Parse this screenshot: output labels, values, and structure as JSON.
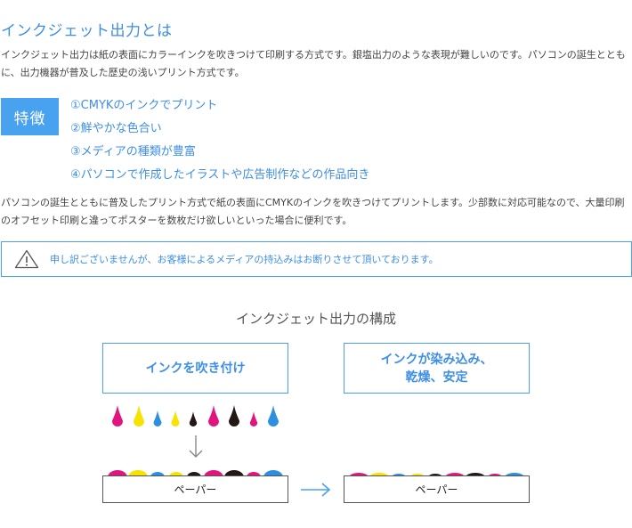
{
  "heading": "インクジェット出力とは",
  "intro": "インクジェット出力は紙の表面にカラーインクを吹きつけて印刷する方式です。銀塩出力のような表現が難しいのです。パソコンの誕生とともに、出力機器が普及した歴史の浅いプリント方式です。",
  "feature": {
    "badge": "特徴",
    "items": [
      "①CMYKのインクでプリント",
      "②鮮やかな色合い",
      "③メディアの種類が豊富",
      "④パソコンで作成したイラストや広告制作などの作品向き"
    ]
  },
  "description": "パソコンの誕生とともに普及したプリント方式で紙の表面にCMYKのインクを吹きつけてプリントします。少部数に対応可能なので、大量印刷のオフセット印刷と違ってポスターを数枚だけ欲しいといった場合に便利です。",
  "notice": {
    "icon": "warning-icon",
    "text": "申し訳ございませんが、お客様によるメディアの持込みはお断りさせて頂いております。"
  },
  "diagram": {
    "title": "インクジェット出力の構成",
    "step1": "インクを吹き付け",
    "step2_line1": "インクが染み込み、",
    "step2_line2": "乾燥、安定",
    "paper_label": "ペーパー",
    "ink_colors": {
      "magenta": "#e0157d",
      "yellow": "#f7e200",
      "cyan": "#2e8fe0",
      "black": "#231815"
    },
    "drop_sequence": [
      "magenta",
      "yellow",
      "cyan",
      "yellow",
      "black",
      "magenta",
      "black",
      "magenta",
      "cyan"
    ],
    "blob_sequence": [
      "magenta",
      "yellow",
      "cyan",
      "yellow",
      "black",
      "magenta",
      "black",
      "magenta",
      "cyan"
    ]
  },
  "accent_color": "#3d8ee8"
}
